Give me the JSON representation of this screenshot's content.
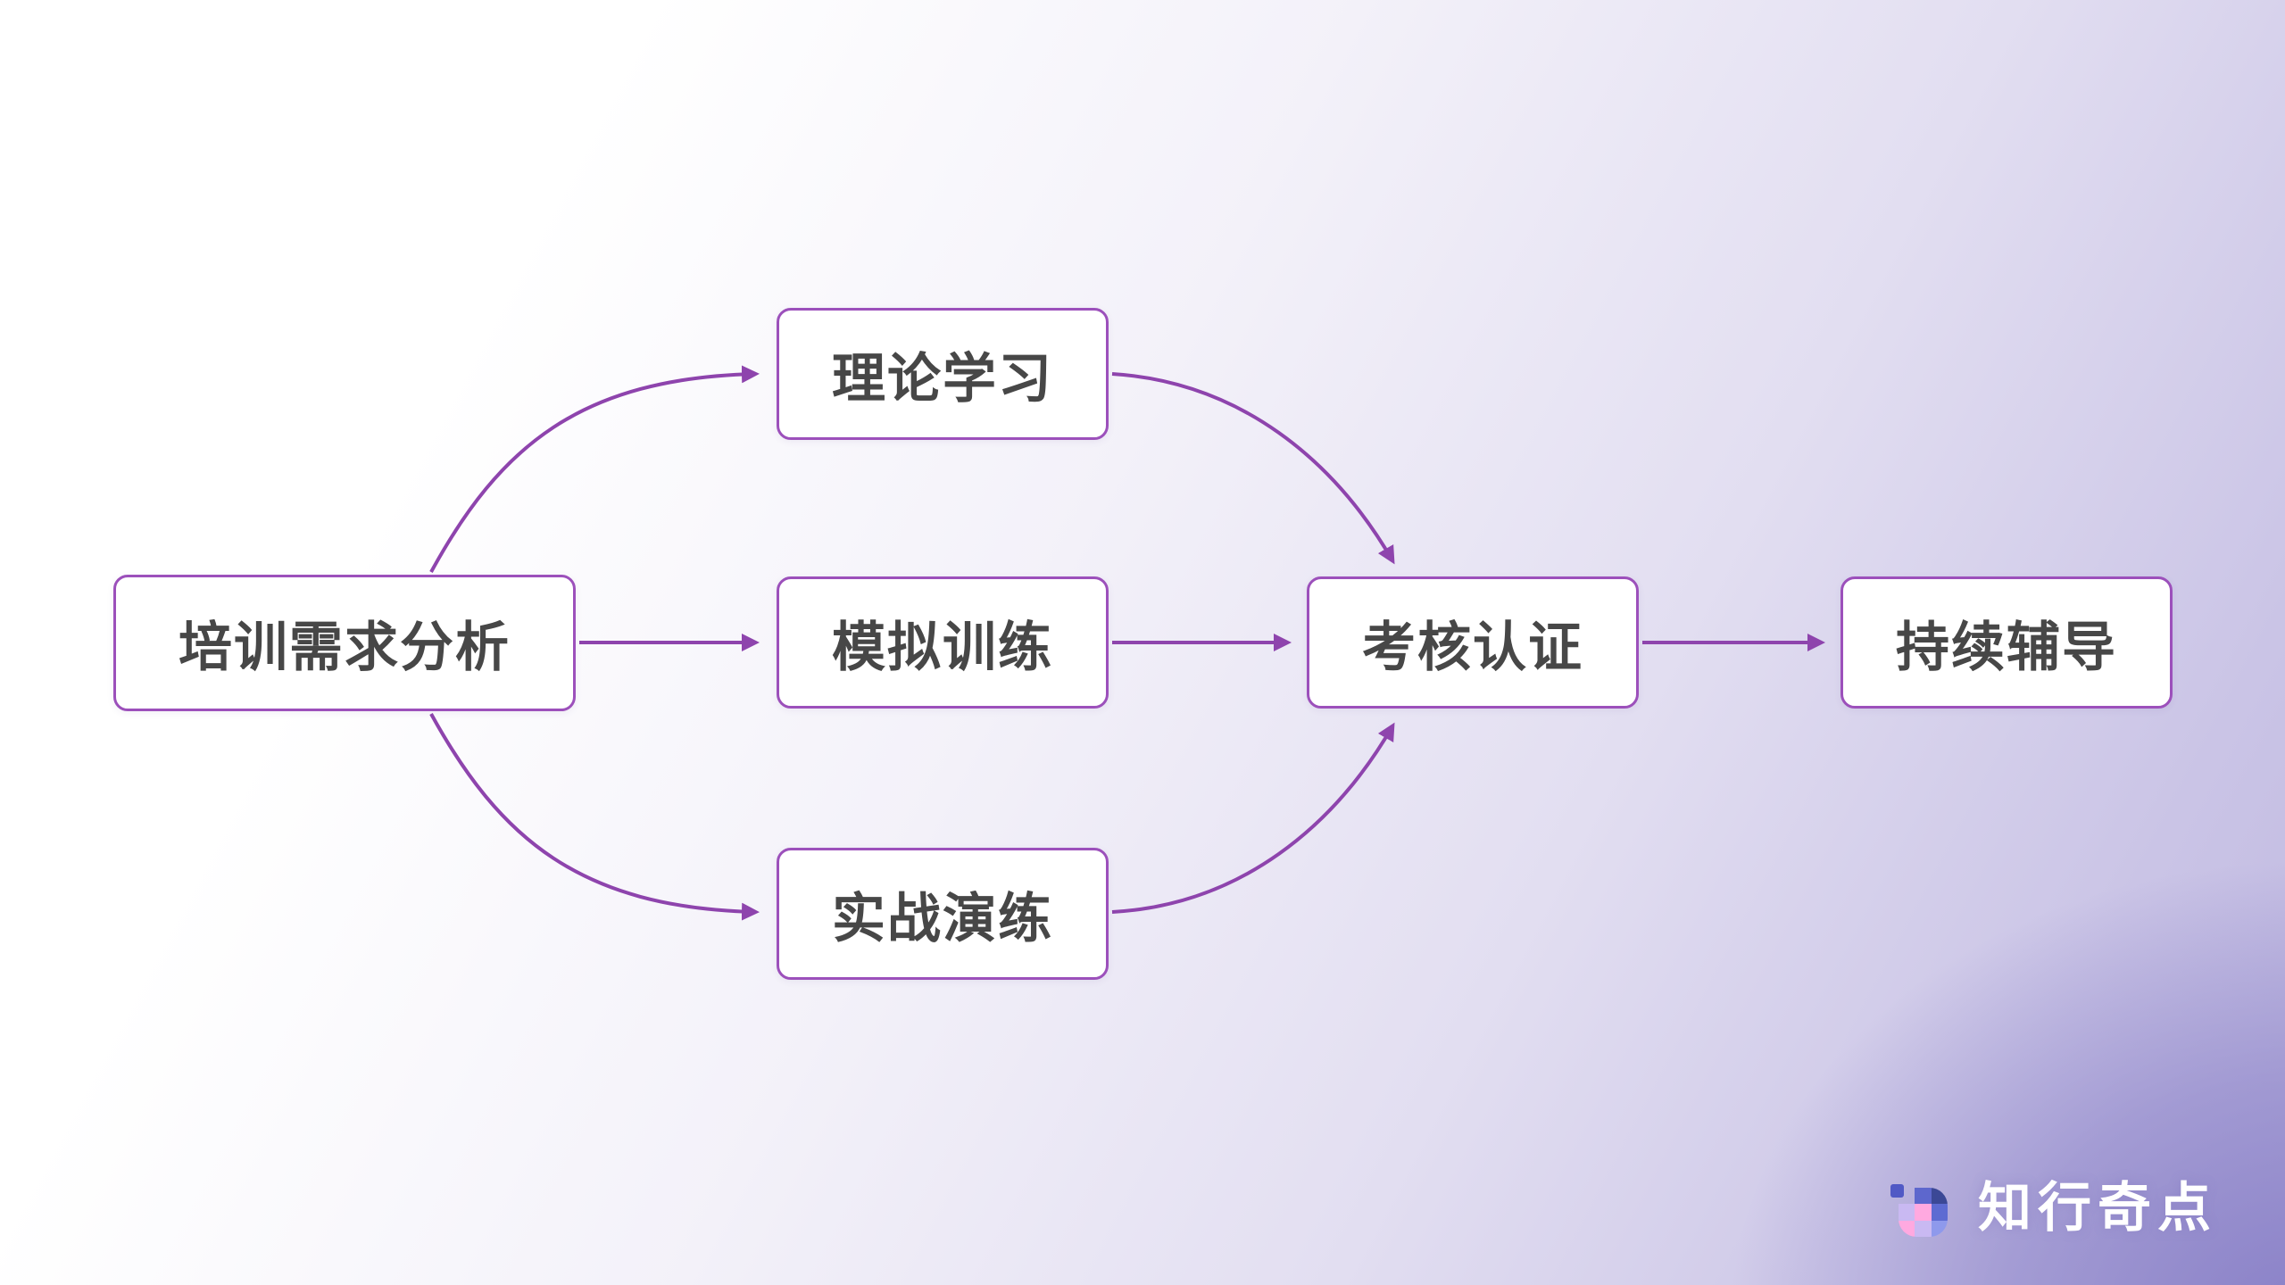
{
  "diagram": {
    "nodes": [
      {
        "id": "training-needs-analysis",
        "label": "培训需求分析"
      },
      {
        "id": "theory-learning",
        "label": "理论学习"
      },
      {
        "id": "simulation-training",
        "label": "模拟训练"
      },
      {
        "id": "practical-drill",
        "label": "实战演练"
      },
      {
        "id": "assessment-certification",
        "label": "考核认证"
      },
      {
        "id": "continuous-coaching",
        "label": "持续辅导"
      }
    ],
    "edges": [
      {
        "from": "培训需求分析",
        "to": "理论学习"
      },
      {
        "from": "培训需求分析",
        "to": "模拟训练"
      },
      {
        "from": "培训需求分析",
        "to": "实战演练"
      },
      {
        "from": "理论学习",
        "to": "考核认证"
      },
      {
        "from": "模拟训练",
        "to": "考核认证"
      },
      {
        "from": "实战演练",
        "to": "考核认证"
      },
      {
        "from": "考核认证",
        "to": "持续辅导"
      }
    ],
    "colors": {
      "node_fill": "#ffffff",
      "node_border": "#9c50bb",
      "node_text": "#474747",
      "edge": "#8e44ad",
      "background_top": "#ffffff",
      "background_bottom_right": "#8f87c9"
    }
  },
  "brand": {
    "logo_text": "知行奇点",
    "logo_icon_colors": {
      "chip": "#5059c5",
      "indigo": "#5d67cd",
      "navy": "#3b4896",
      "lavender": "#c9b9f2",
      "pink": "#ffa9e0",
      "periwinkle": "#8e99ec"
    }
  }
}
